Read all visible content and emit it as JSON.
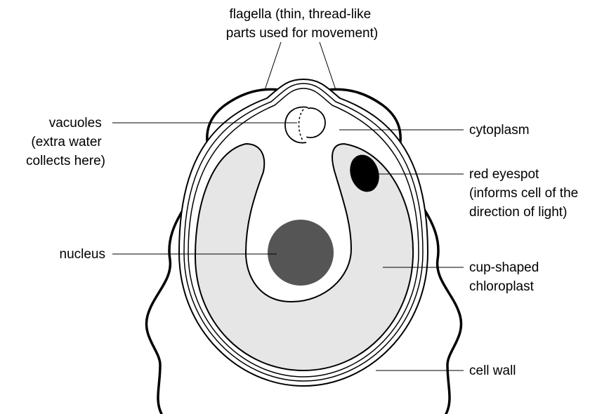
{
  "labels": {
    "flagella": [
      "flagella (thin, thread-like",
      "parts used for movement)"
    ],
    "vacuoles": [
      "vacuoles",
      "(extra water",
      "collects here)"
    ],
    "cytoplasm": [
      "cytoplasm"
    ],
    "eyespot": [
      "red eyespot",
      "(informs cell of the",
      "direction of light)"
    ],
    "nucleus": [
      "nucleus"
    ],
    "chloroplast": [
      "cup-shaped",
      "chloroplast"
    ],
    "cell_wall": [
      "cell wall"
    ]
  },
  "colors": {
    "outline": "#000000",
    "chloroplast_fill": "#e6e6e6",
    "nucleus_fill": "#555555",
    "eyespot_fill": "#000000",
    "background": "#ffffff"
  }
}
